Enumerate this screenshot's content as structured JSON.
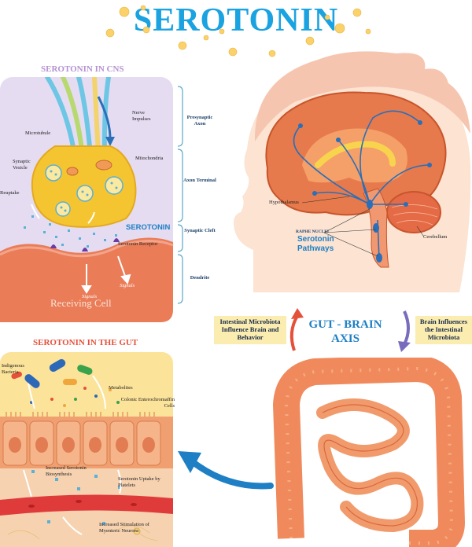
{
  "title": "SEROTONIN",
  "cns": {
    "heading": "SEROTONIN IN CNS",
    "labels": {
      "nerve_impulses": "Nerve Impulses",
      "microtubule": "Microtubule",
      "mitochondria": "Mitochondria",
      "synaptic_vesicle": "Synaptic Vesicle",
      "reuptake": "Reuptake",
      "serotonin": "SEROTONIN",
      "serotonin_receptor": "Serotonin Receptor",
      "signals_1": "Signals",
      "signals_2": "Signals",
      "receiving_cell": "Receiving Cell"
    },
    "brackets": [
      "Presynaptic Axon",
      "Axon Terminal",
      "Synaptic Cleft",
      "Dendrite"
    ]
  },
  "brain": {
    "hypothalamus": "Hypothalamus",
    "raphe_nuclei": "RAPHE NUCLEI",
    "serotonin_pathways": "Serotonin Pathways",
    "cerebellum": "Cerebellum"
  },
  "axis": {
    "title": "GUT - BRAIN AXIS",
    "left_box": "Intestinal Microbiota Influence Brain and Behavior",
    "right_box": "Brain Influences the Intestinal Microbiota"
  },
  "gut": {
    "heading": "SEROTONIN IN THE GUT",
    "labels": {
      "indigenous_bacteria": "Indigenous Bacteria",
      "metabolites": "Metabolites",
      "colonic_ec_cells": "Colonic Enterochromaffin Cells",
      "increased_biosynthesis": "Increased Serotonin Biosynthesis",
      "uptake_platelets": "Serotonin Uptake by Platelets",
      "increased_stimulation": "Increased Stimulation of Myenteric Neurons"
    }
  },
  "colors": {
    "title_blue": "#1aa3e0",
    "heading_purple": "#b491d1",
    "heading_red": "#e5503a",
    "brain_orange": "#e77a4c",
    "synapse_yellow": "#f5c531",
    "box_yellow": "#fbedb0"
  }
}
